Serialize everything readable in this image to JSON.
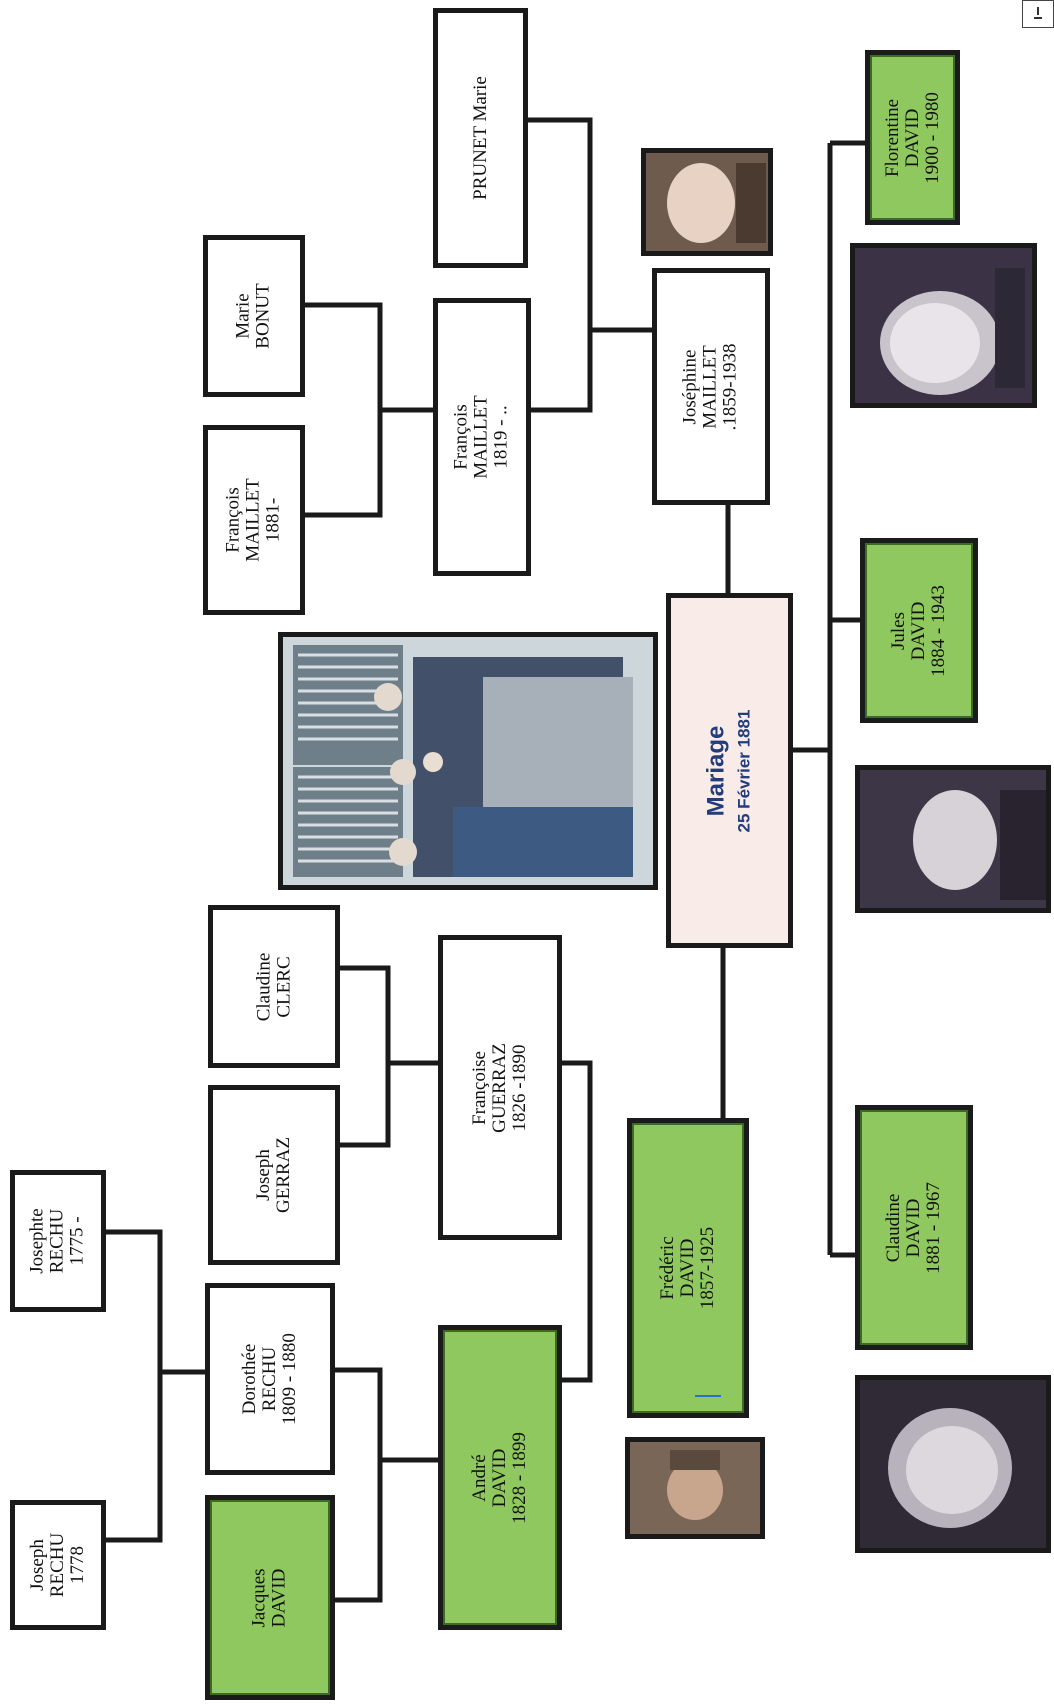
{
  "people": {
    "joseph_rechu": [
      "Joseph",
      "RECHU",
      "1778"
    ],
    "josephte_rechu": [
      "Josephte",
      "RECHU",
      "1775 -"
    ],
    "jacques_david": [
      "Jacques",
      "DAVID"
    ],
    "dorothee_rechu": [
      "Dorothée",
      "RECHU",
      "1809 - 1880"
    ],
    "joseph_gerraz": [
      "Joseph",
      "GERRAZ"
    ],
    "claudine_clerc": [
      "Claudine",
      "CLERC"
    ],
    "andre_david": [
      "André",
      "DAVID",
      "1828 - 1899"
    ],
    "francoise_guerraz": [
      "Françoise",
      "GUERRAZ",
      "1826 -1890"
    ],
    "frederic_david": [
      "Frédéric",
      "DAVID",
      "1857-1925"
    ],
    "francois_maillet_1881": [
      "François",
      "MAILLET",
      "1881-"
    ],
    "marie_bonut": [
      "Marie",
      "BONUT"
    ],
    "francois_maillet_1819": [
      "François",
      "MAILLET",
      "1819 - .."
    ],
    "prunet_marie": [
      "PRUNET Marie"
    ],
    "josephine_maillet": [
      "Joséphine",
      "MAILLET",
      ".1859-1938"
    ],
    "claudine_david": [
      "Claudine",
      "DAVID",
      "1881 - 1967"
    ],
    "jules_david": [
      "Jules",
      "DAVID",
      "1884 - 1943"
    ],
    "florentine_david": [
      "Florentine",
      "DAVID",
      "1900 - 1980"
    ]
  },
  "mariage": {
    "title": "Mariage",
    "date": "25 Février 1881"
  },
  "colors": {
    "green": "#8fc85e",
    "mariage_bg": "#f9ebe8",
    "mariage_text": "#233c7a",
    "line": "#1a1a1a"
  },
  "photos": [
    "family-group-photo",
    "child-photo",
    "woman-portrait-photo",
    "man-portrait-photo",
    "elderly-woman-photo",
    "old-woman-smiling-photo"
  ]
}
